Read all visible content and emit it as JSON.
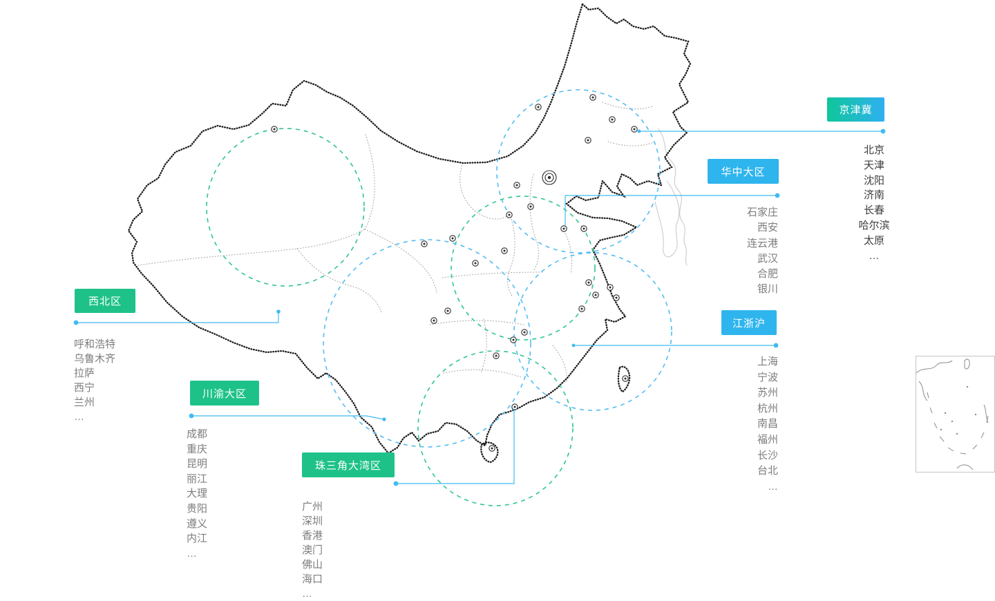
{
  "colors": {
    "badge_green": "#1ec289",
    "badge_blue": "#2fb5ee",
    "badge_gradient_from": "#0ec79a",
    "badge_gradient_to": "#2fb0f0",
    "connector_blue": "#3fbbf0",
    "circle_green": "#2ec58f",
    "circle_blue": "#52bdf2",
    "map_outline": "#1c1c1c",
    "city_text": "#7d7d7d",
    "jingjinji_city_text": "#3c3c3c"
  },
  "regions": [
    {
      "id": "jingjinji",
      "label": "京津冀",
      "badge_style": "gradient",
      "cities": [
        "北京",
        "天津",
        "沈阳",
        "济南",
        "长春",
        "哈尔滨",
        "太原",
        "…"
      ]
    },
    {
      "id": "huazhong",
      "label": "华中大区",
      "badge_style": "blue",
      "cities": [
        "石家庄",
        "西安",
        "连云港",
        "武汉",
        "合肥",
        "银川"
      ]
    },
    {
      "id": "xibei",
      "label": "西北区",
      "badge_style": "green",
      "cities": [
        "呼和浩特",
        "乌鲁木齐",
        "拉萨",
        "西宁",
        "兰州",
        "…"
      ]
    },
    {
      "id": "chuanyu",
      "label": "川渝大区",
      "badge_style": "green",
      "cities": [
        "成都",
        "重庆",
        "昆明",
        "丽江",
        "大理",
        "贵阳",
        "遵义",
        "内江",
        "…"
      ]
    },
    {
      "id": "zhusanjiao",
      "label": "珠三角大湾区",
      "badge_style": "green",
      "cities": [
        "广州",
        "深圳",
        "香港",
        "澳门",
        "佛山",
        "海口",
        "…"
      ]
    },
    {
      "id": "jiangzhehu",
      "label": "江浙沪",
      "badge_style": "blue",
      "cities": [
        "上海",
        "宁波",
        "苏州",
        "杭州",
        "南昌",
        "福州",
        "长沙",
        "台北",
        "…"
      ]
    }
  ]
}
